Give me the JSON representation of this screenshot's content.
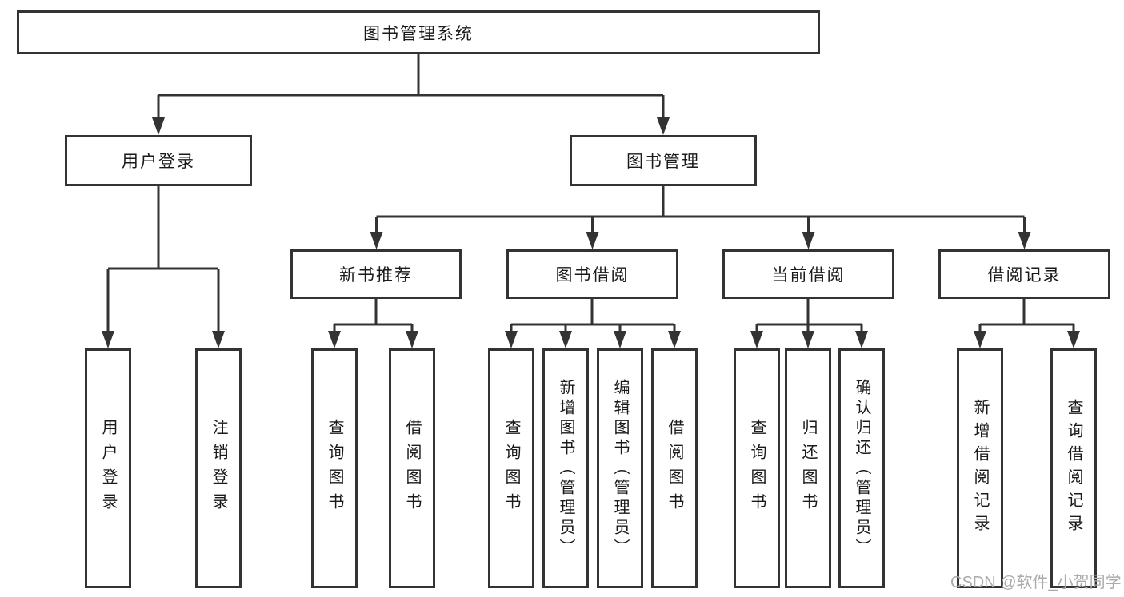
{
  "tree": {
    "label": "图书管理系统",
    "children": [
      {
        "label": "用户登录",
        "children": [
          {
            "label": "用户登录"
          },
          {
            "label": "注销登录"
          }
        ]
      },
      {
        "label": "图书管理",
        "children": [
          {
            "label": "新书推荐",
            "children": [
              {
                "label": "查询图书"
              },
              {
                "label": "借阅图书"
              }
            ]
          },
          {
            "label": "图书借阅",
            "children": [
              {
                "label": "查询图书"
              },
              {
                "label": "新增图书（管理员）"
              },
              {
                "label": "编辑图书（管理员）"
              },
              {
                "label": "借阅图书"
              }
            ]
          },
          {
            "label": "当前借阅",
            "children": [
              {
                "label": "查询图书"
              },
              {
                "label": "归还图书"
              },
              {
                "label": "确认归还（管理员）"
              }
            ]
          },
          {
            "label": "借阅记录",
            "children": [
              {
                "label": "新增借阅记录"
              },
              {
                "label": "查询借阅记录"
              }
            ]
          }
        ]
      }
    ]
  },
  "watermark": {
    "text": "CSDN @软件_小贺同学"
  },
  "colors": {
    "line": "#333333",
    "box_border": "#333333",
    "text": "#1a1a1a",
    "watermark": "#ababab",
    "background": "#ffffff"
  }
}
